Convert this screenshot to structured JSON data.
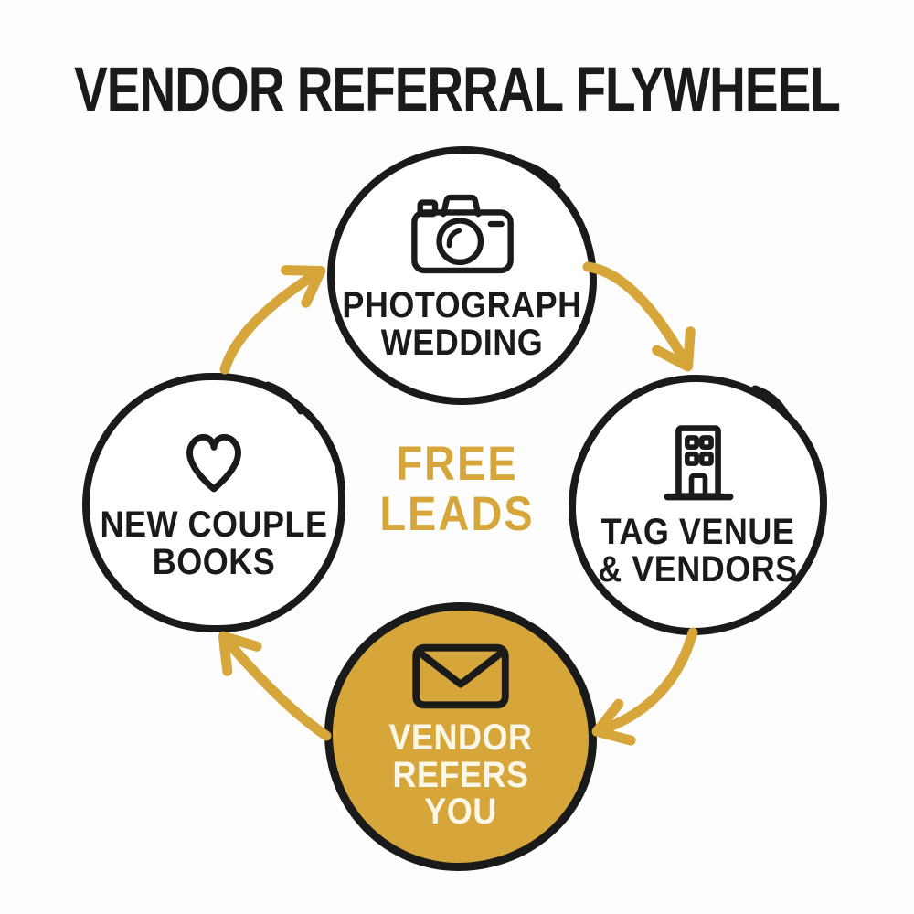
{
  "title": "VENDOR REFERRAL FLYWHEEL",
  "center_label": {
    "line1": "FREE",
    "line2": "LEADS"
  },
  "nodes": {
    "top": {
      "icon": "camera-icon",
      "label_line1": "PHOTOGRAPH",
      "label_line2": "WEDDING"
    },
    "right": {
      "icon": "building-icon",
      "label_line1": "TAG VENUE",
      "label_line2": "& VENDORS"
    },
    "bottom": {
      "icon": "envelope-icon",
      "label_line1": "VENDOR",
      "label_line2": "REFERS",
      "label_line3": "YOU",
      "highlighted": true
    },
    "left": {
      "icon": "heart-icon",
      "label_line1": "NEW COUPLE",
      "label_line2": "BOOKS"
    }
  },
  "arrows": [
    {
      "from": "new-couple-books",
      "to": "photograph-wedding"
    },
    {
      "from": "photograph-wedding",
      "to": "tag-venue-vendors"
    },
    {
      "from": "tag-venue-vendors",
      "to": "vendor-refers-you"
    },
    {
      "from": "vendor-refers-you",
      "to": "new-couple-books"
    }
  ],
  "colors": {
    "gold": "#D7A63A",
    "ink": "#1A1A1A",
    "highlight_text": "#FBF6E6",
    "background": "#FDFDFD"
  }
}
